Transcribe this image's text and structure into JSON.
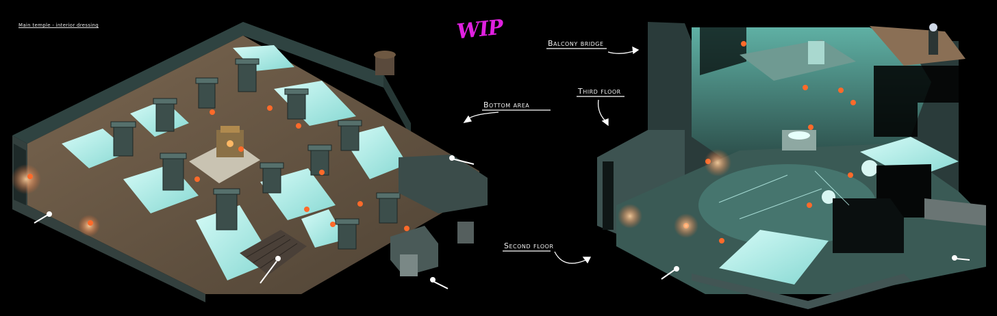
{
  "caption": "Main temple - interior dressing",
  "wip_label": "WIP",
  "annotations": {
    "bottom_area": "Bottom area",
    "balcony_bridge": "Balcony bridge",
    "third_floor": "Third floor",
    "second_floor": "Second floor"
  },
  "colors": {
    "background": "#000000",
    "wip": "#e020e0",
    "water": "#9fe6e2",
    "stone_dark": "#2c3d3b",
    "stone_mid": "#3f5856",
    "floor": "#6b5a47",
    "teal_glow": "#4fb8a8",
    "torch": "#ff6a2a"
  }
}
